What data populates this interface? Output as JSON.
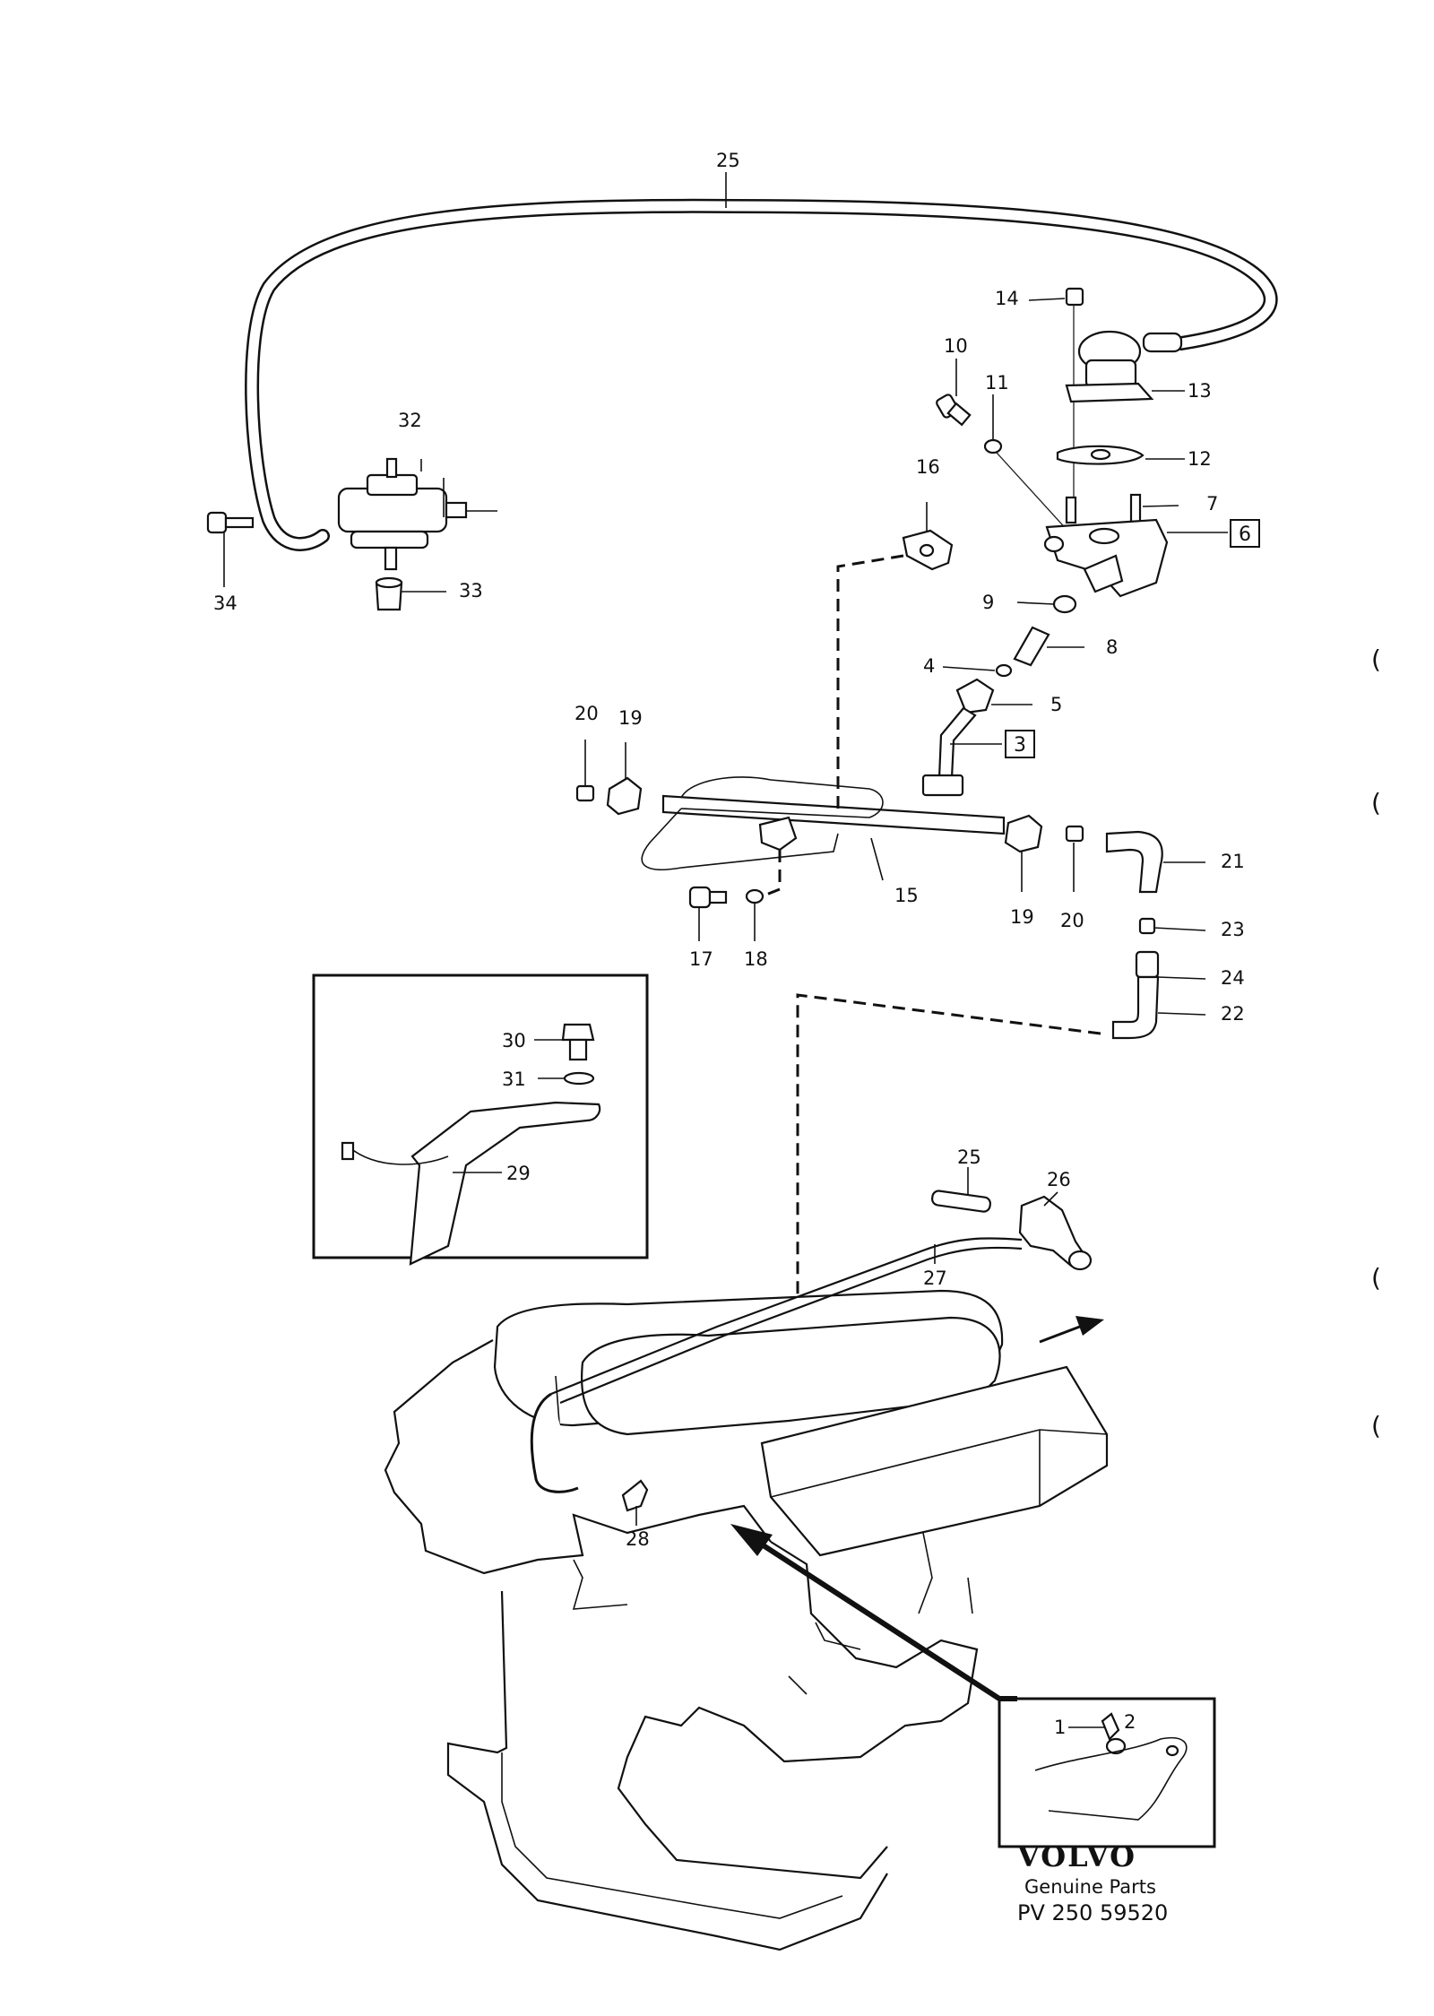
{
  "callouts": [
    {
      "id": "c1",
      "text": "1"
    },
    {
      "id": "c2",
      "text": "2"
    },
    {
      "id": "c3",
      "text": "3",
      "boxed": true
    },
    {
      "id": "c4",
      "text": "4"
    },
    {
      "id": "c5",
      "text": "5"
    },
    {
      "id": "c6",
      "text": "6",
      "boxed": true
    },
    {
      "id": "c7",
      "text": "7"
    },
    {
      "id": "c8",
      "text": "8"
    },
    {
      "id": "c9",
      "text": "9"
    },
    {
      "id": "c10",
      "text": "10"
    },
    {
      "id": "c11",
      "text": "11"
    },
    {
      "id": "c12",
      "text": "12"
    },
    {
      "id": "c13",
      "text": "13"
    },
    {
      "id": "c14",
      "text": "14"
    },
    {
      "id": "c15",
      "text": "15"
    },
    {
      "id": "c16",
      "text": "16"
    },
    {
      "id": "c17",
      "text": "17"
    },
    {
      "id": "c18",
      "text": "18"
    },
    {
      "id": "c19a",
      "text": "19"
    },
    {
      "id": "c19b",
      "text": "19"
    },
    {
      "id": "c20a",
      "text": "20"
    },
    {
      "id": "c20b",
      "text": "20"
    },
    {
      "id": "c21",
      "text": "21"
    },
    {
      "id": "c22",
      "text": "22"
    },
    {
      "id": "c23",
      "text": "23"
    },
    {
      "id": "c24",
      "text": "24"
    },
    {
      "id": "c25a",
      "text": "25"
    },
    {
      "id": "c25b",
      "text": "25"
    },
    {
      "id": "c26",
      "text": "26"
    },
    {
      "id": "c27",
      "text": "27"
    },
    {
      "id": "c28",
      "text": "28"
    },
    {
      "id": "c29",
      "text": "29"
    },
    {
      "id": "c30",
      "text": "30"
    },
    {
      "id": "c31",
      "text": "31"
    },
    {
      "id": "c32",
      "text": "32"
    },
    {
      "id": "c33",
      "text": "33"
    },
    {
      "id": "c34",
      "text": "34"
    }
  ],
  "footer": {
    "brand": "VOLVO",
    "subtitle": "Genuine Parts",
    "code": "PV 250 59520"
  },
  "margin_marks": [
    "(",
    "(",
    "(",
    "("
  ]
}
